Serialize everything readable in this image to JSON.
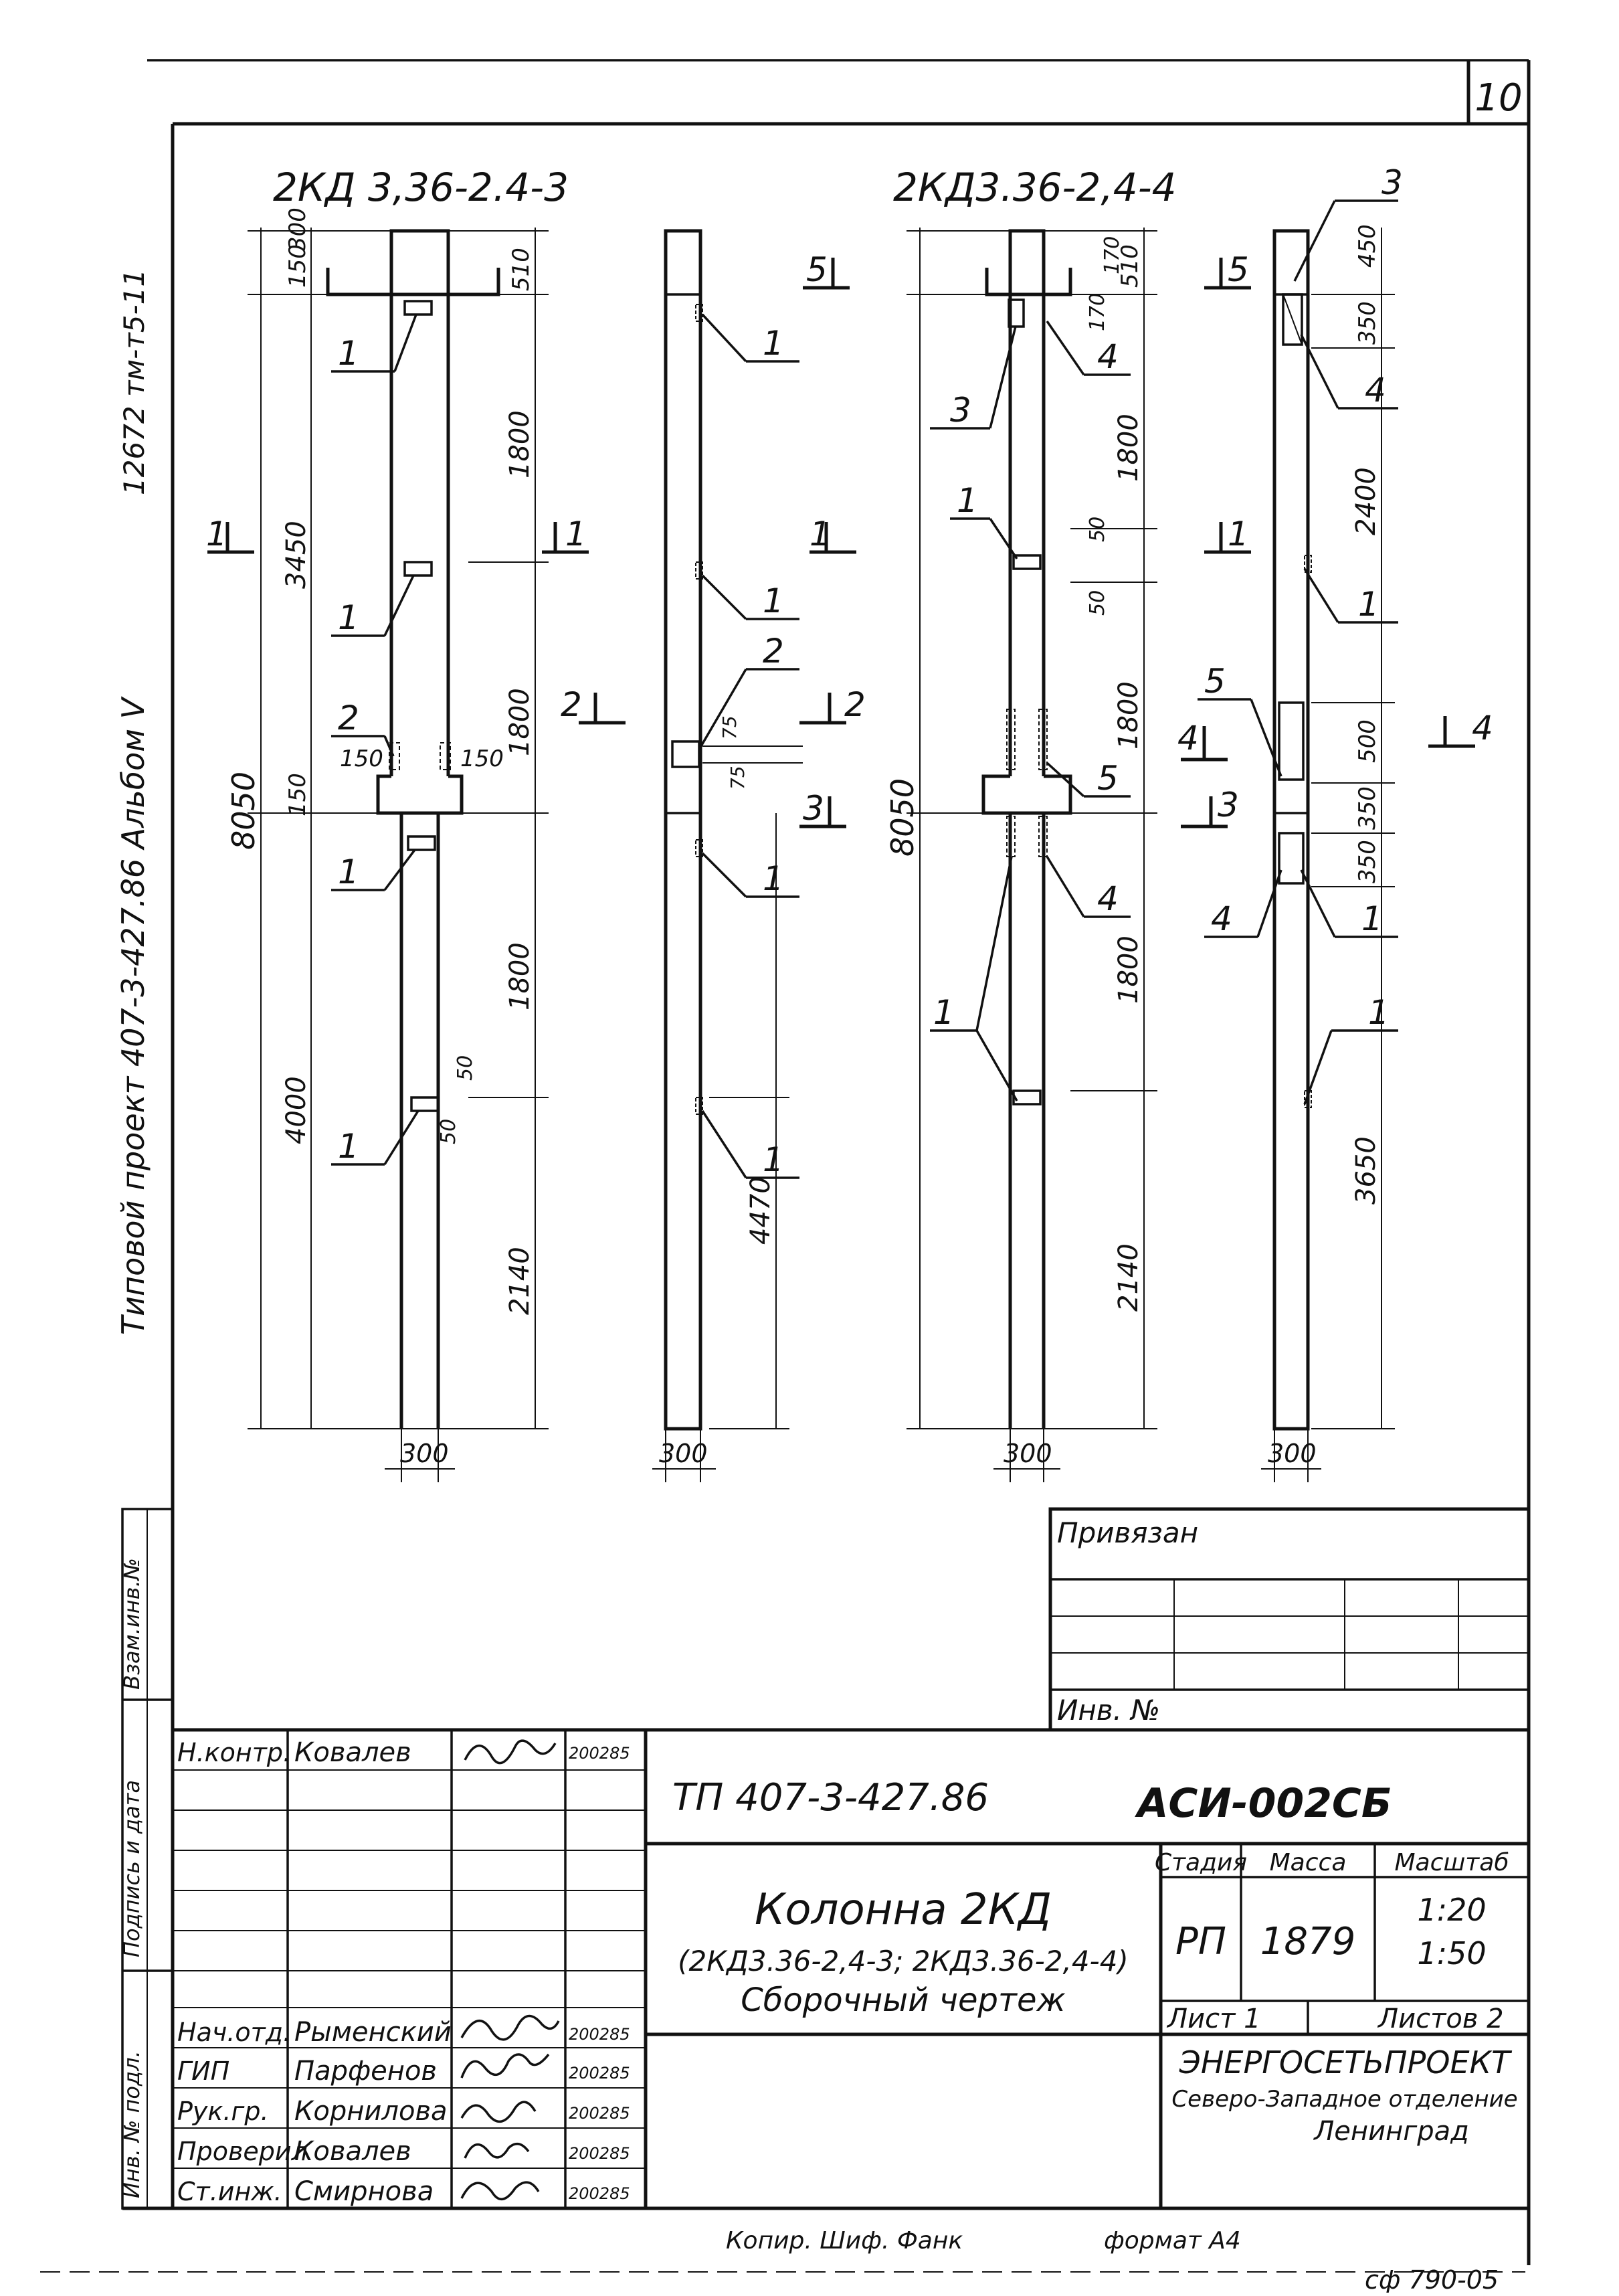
{
  "sheet_number": "10",
  "left_margin": {
    "vertical_title": "Типовой проект 407-3-427.86 Альбом V",
    "vertical_code": "12672 тм-т5-11",
    "stamp_labels": [
      "Инв. № подл.",
      "Подпись и дата",
      "Взам.инв.№"
    ]
  },
  "views": {
    "v1": {
      "title": "2КД 3,36-2.4-3",
      "dims_left": [
        "150",
        "300",
        "3450",
        "8050",
        "150",
        "4000"
      ],
      "dims_right": [
        "510",
        "1800",
        "1800",
        "1800",
        "2140"
      ],
      "small_dims": [
        "150",
        "150",
        "50",
        "50"
      ],
      "width_dim": "300",
      "callouts": [
        "1",
        "1",
        "2",
        "1",
        "1"
      ],
      "section_marks": [
        "1",
        "1",
        "2"
      ]
    },
    "v2": {
      "dims_right": [
        "4470"
      ],
      "small_dims": [
        "75",
        "75"
      ],
      "width_dim": "300",
      "callouts": [
        "1",
        "1",
        "2",
        "1",
        "1"
      ],
      "section_marks": [
        "5",
        "1",
        "2",
        "3"
      ]
    },
    "v3": {
      "title": "2КД3.36-2,4-4",
      "dims_left": [
        "8050"
      ],
      "dims_right": [
        "170",
        "510",
        "170",
        "1800",
        "50",
        "50",
        "1800",
        "1800",
        "2140"
      ],
      "width_dim": "300",
      "callouts": [
        "3",
        "4",
        "1",
        "5",
        "4",
        "1"
      ],
      "section_marks": [
        "5",
        "1",
        "4",
        "3"
      ]
    },
    "v4": {
      "dims_right": [
        "450",
        "350",
        "2400",
        "500",
        "350",
        "350",
        "3650"
      ],
      "width_dim": "300",
      "callouts": [
        "3",
        "4",
        "1",
        "5",
        "1",
        "4",
        "1"
      ],
      "section_marks": [
        "4"
      ]
    }
  },
  "privyazan": {
    "label": "Привязан",
    "inv_label": "Инв. №"
  },
  "title_block": {
    "designation": "ТП 407-3-427.86",
    "code": "АСИ-002СБ",
    "title_main": "Колонна 2КД",
    "title_sub": "(2КД3.36-2,4-3; 2КД3.36-2,4-4)",
    "title_doc": "Сборочный чертеж",
    "stage_label": "Стадия",
    "mass_label": "Масса",
    "scale_label": "Масштаб",
    "stage": "РП",
    "mass": "1879",
    "scale_1": "1:20",
    "scale_2": "1:50",
    "sheet_label": "Лист 1",
    "sheets_label": "Листов 2",
    "org_name": "ЭНЕРГОСЕТЬПРОЕКТ",
    "org_branch": "Северо-Западное отделение",
    "org_city": "Ленинград",
    "people": [
      {
        "role": "Н.контр.",
        "name": "Ковалев",
        "date": "200285"
      },
      {
        "role": "Нач.отд.",
        "name": "Рыменский",
        "date": "200285"
      },
      {
        "role": "ГИП",
        "name": "Парфенов",
        "date": "200285"
      },
      {
        "role": "Рук.гр.",
        "name": "Корнилова",
        "date": "200285"
      },
      {
        "role": "Проверил",
        "name": "Ковалев",
        "date": "200285"
      },
      {
        "role": "Ст.инж.",
        "name": "Смирнова",
        "date": "200285"
      }
    ]
  },
  "footer": {
    "kopiroval": "Копир. Шиф. Фанк",
    "format": "формат А4",
    "form_code": "сф 790-05"
  }
}
